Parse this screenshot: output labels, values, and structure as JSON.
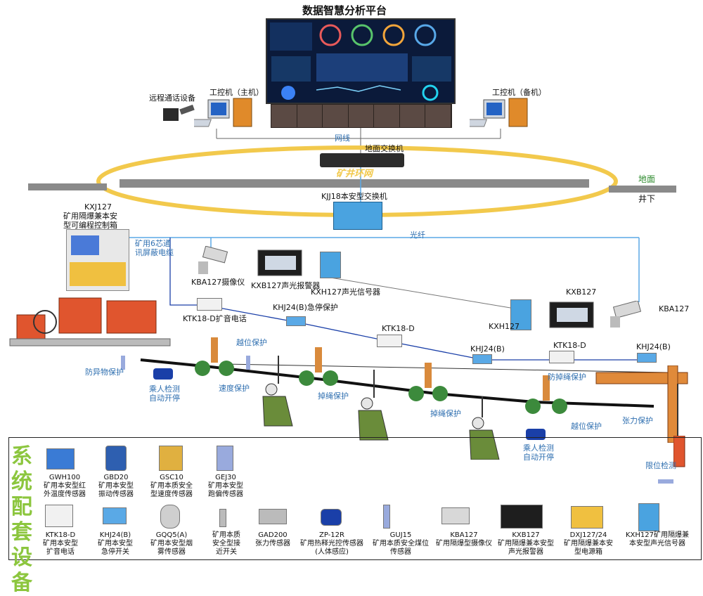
{
  "header": {
    "title": "数据智慧分析平台"
  },
  "surface": {
    "remote_device": "远程通话设备",
    "pc_main": "工控机（主机）",
    "pc_backup": "工控机（备机）",
    "cable_label": "网线",
    "ground_switch": "地面交换机",
    "ring_label": "矿井环网",
    "ground": "地面",
    "underground": "井下"
  },
  "underground": {
    "kjj_switch": "KJJ18本安型交换机",
    "controller_model": "KXJ127",
    "controller_line1": "矿用隔爆兼本安",
    "controller_line2": "型可编程控制箱",
    "cable_line1": "矿用6芯通",
    "cable_line2": "讯屏蔽电缆",
    "fiber_label": "光纤",
    "kba_camera": "KBA127摄像仪",
    "kxb_alarm": "KXB127声光报警器",
    "kxh_signal": "KXH127声光信号器",
    "kxb_right": "KXB127",
    "kba_right": "KBA127",
    "kxh_right": "KXH127",
    "ktk_phone": "KTK18-D扩音电话",
    "khj_stop": "KHJ24(B)急停保护",
    "ktk_mid": "KTK18-D",
    "khj_mid": "KHJ24(B)",
    "ktk_right": "KTK18-D",
    "khj_right": "KHJ24(B)",
    "foreign_object": "防异物保护",
    "overrun_1": "越位保护",
    "speed": "速度保护",
    "passenger_1a": "乘人检测",
    "passenger_1b": "自动开停",
    "rope_drop_1": "掉绳保护",
    "rope_drop_2": "掉绳保护",
    "rope_drop_3": "防掉绳保护",
    "passenger_2a": "乘人检测",
    "passenger_2b": "自动开停",
    "overrun_2": "越位保护",
    "tension": "张力保护",
    "limit": "限位检测"
  },
  "legend": {
    "title": "系统配套设备",
    "row1": [
      {
        "l1": "GWH100",
        "l2": "矿用本安型红",
        "l3": "外温度传感器"
      },
      {
        "l1": "GBD20",
        "l2": "矿用本安型",
        "l3": "振动传感器"
      },
      {
        "l1": "GSC10",
        "l2": "矿用本质安全",
        "l3": "型速度传感器"
      },
      {
        "l1": "GEJ30",
        "l2": "矿用本安型",
        "l3": "跑偏传感器"
      }
    ],
    "row2": [
      {
        "l1": "KTK18-D",
        "l2": "矿用本安型",
        "l3": "扩音电话"
      },
      {
        "l1": "KHJ24(B)",
        "l2": "矿用本安型",
        "l3": "急停开关"
      },
      {
        "l1": "GQQ5(A)",
        "l2": "矿用本安型烟",
        "l3": "雾传感器"
      },
      {
        "l1": "矿用本质",
        "l2": "安全型接",
        "l3": "近开关"
      },
      {
        "l1": "GAD200",
        "l2": "张力传感器",
        "l3": ""
      },
      {
        "l1": "ZP-12R",
        "l2": "矿用热释光控传感器",
        "l3": "(人体感应)"
      },
      {
        "l1": "GUJ15",
        "l2": "矿用本质安全煤位",
        "l3": "传感器"
      },
      {
        "l1": "KBA127",
        "l2": "矿用隔爆型摄像仪",
        "l3": ""
      },
      {
        "l1": "KXB127",
        "l2": "矿用隔爆兼本安型",
        "l3": "声光报警器"
      },
      {
        "l1": "DXJ127/24",
        "l2": "矿用隔爆兼本安",
        "l3": "型电源箱"
      },
      {
        "l1": "KXH127矿用隔爆兼",
        "l2": "本安型声光信号器",
        "l3": ""
      }
    ]
  },
  "colors": {
    "ring": "#f2c94c",
    "line_blue": "#2f6fb0",
    "fiber": "#5aa9e6",
    "legend_title": "#8cc63e"
  }
}
